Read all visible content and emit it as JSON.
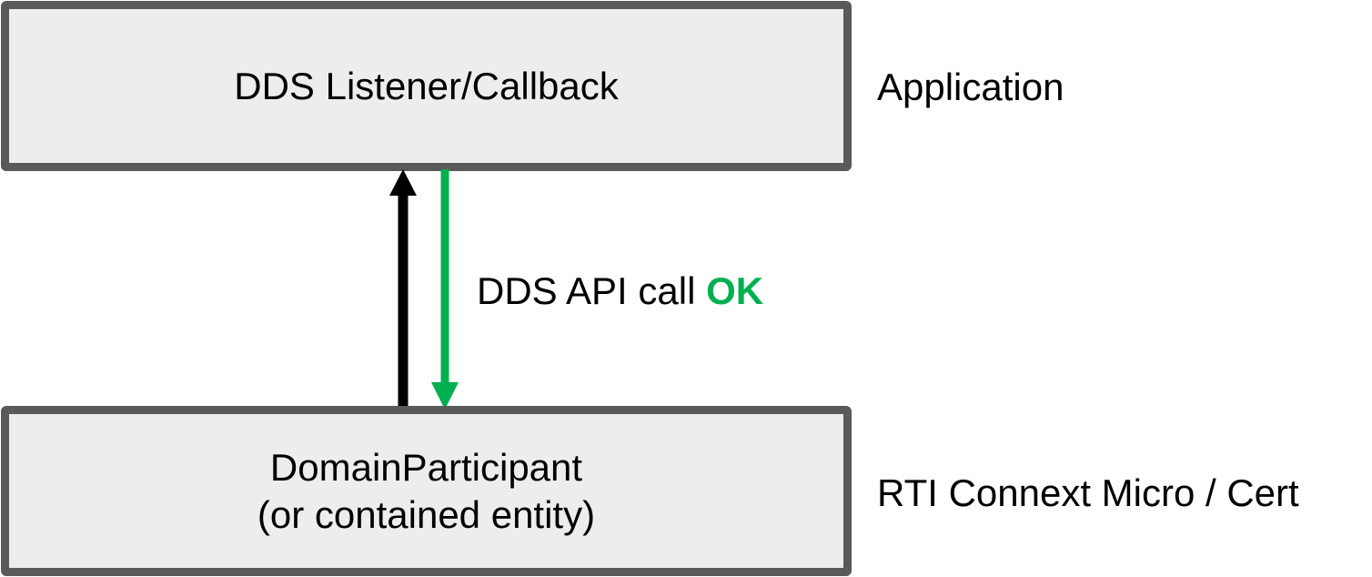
{
  "boxes": {
    "top": {
      "label": "DDS Listener/Callback"
    },
    "bottom": {
      "line1": "DomainParticipant",
      "line2": "(or contained entity)"
    }
  },
  "layers": {
    "application": "Application",
    "middleware": "RTI Connext Micro / Cert"
  },
  "call": {
    "text": "DDS API call ",
    "status": "OK"
  },
  "colors": {
    "box_fill": "#ededed",
    "box_border": "#5a5a5a",
    "up_arrow": "#000000",
    "down_arrow": "#00b050",
    "ok_text": "#00b050"
  }
}
